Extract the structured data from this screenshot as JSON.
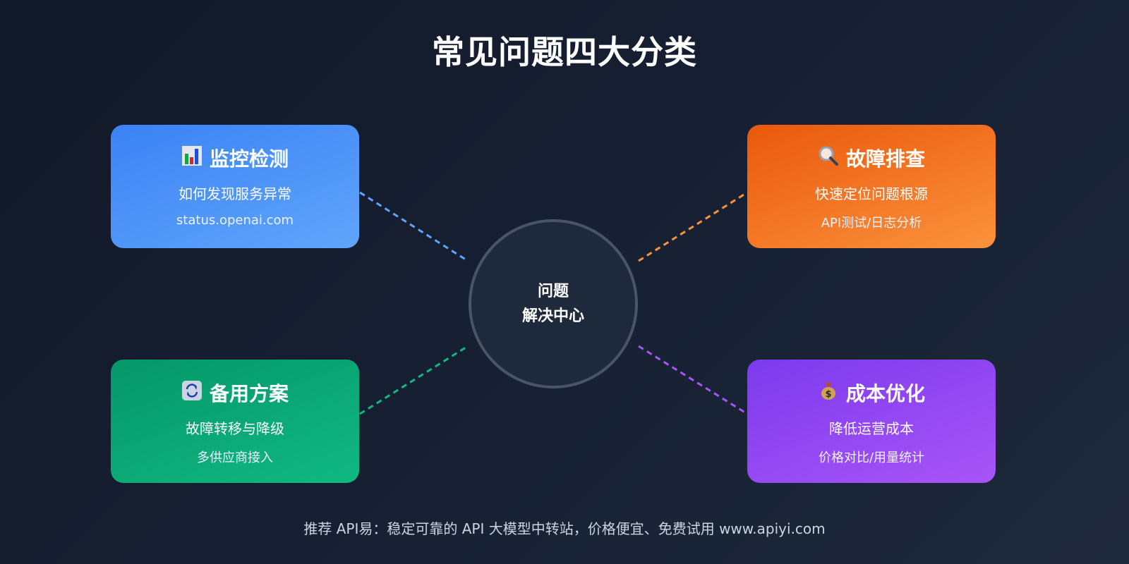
{
  "title": "常见问题四大分类",
  "hub": {
    "line1": "问题",
    "line2": "解决中心"
  },
  "cards": [
    {
      "icon": "bar-chart-icon",
      "title": "监控检测",
      "subtitle": "如何发现服务异常",
      "detail": "status.openai.com",
      "color": "#3b82f6",
      "line_color": "#60a5fa"
    },
    {
      "icon": "magnifier-icon",
      "title": "故障排查",
      "subtitle": "快速定位问题根源",
      "detail": "API测试/日志分析",
      "color": "#ea580c",
      "line_color": "#fb923c"
    },
    {
      "icon": "refresh-icon",
      "title": "备用方案",
      "subtitle": "故障转移与降级",
      "detail": "多供应商接入",
      "color": "#059669",
      "line_color": "#10b981"
    },
    {
      "icon": "money-bag-icon",
      "title": "成本优化",
      "subtitle": "降低运营成本",
      "detail": "价格对比/用量统计",
      "color": "#7c3aed",
      "line_color": "#a855f7"
    }
  ],
  "footer": "推荐 API易：稳定可靠的 API 大模型中转站，价格便宜、免费试用 www.apiyi.com"
}
